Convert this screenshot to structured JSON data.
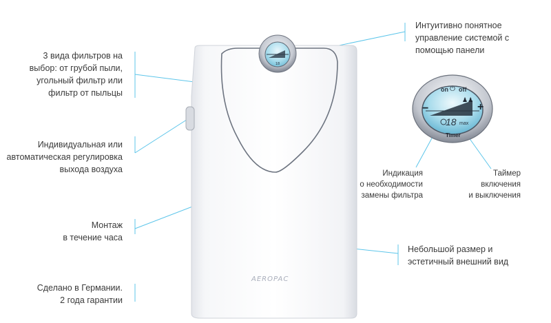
{
  "labels": {
    "filters": [
      "3 вида фильтров на",
      "выбор: от грубой пыли,",
      "угольный фильтр или",
      "фильтр от пыльцы"
    ],
    "airflow": [
      "Индивидуальная или",
      "автоматическая регулировка",
      "выхода воздуха"
    ],
    "mounting": [
      "Монтаж",
      "в течение часа"
    ],
    "made_in": [
      "Сделано в Германии.",
      "2 года гарантии"
    ],
    "control_panel": [
      "Интуитивно понятное",
      "управление системой с",
      "помощью панели"
    ],
    "filter_indicator": [
      "Индикация",
      "о необходимости",
      "замены фильтра"
    ],
    "timer": [
      "Таймер",
      "включения",
      "и выключения"
    ],
    "size": [
      "Небольшой размер и",
      "эстетичный внешний вид"
    ]
  },
  "device": {
    "brand": "AEROPAC"
  },
  "panel": {
    "on": "on",
    "off": "off",
    "minus": "−",
    "plus": "+",
    "value": "18",
    "unit": "max",
    "timer": "Timer"
  },
  "colors": {
    "line": "#5cc5ea",
    "text": "#3a3a3a",
    "panel_lcd": "#8fd0e6"
  }
}
